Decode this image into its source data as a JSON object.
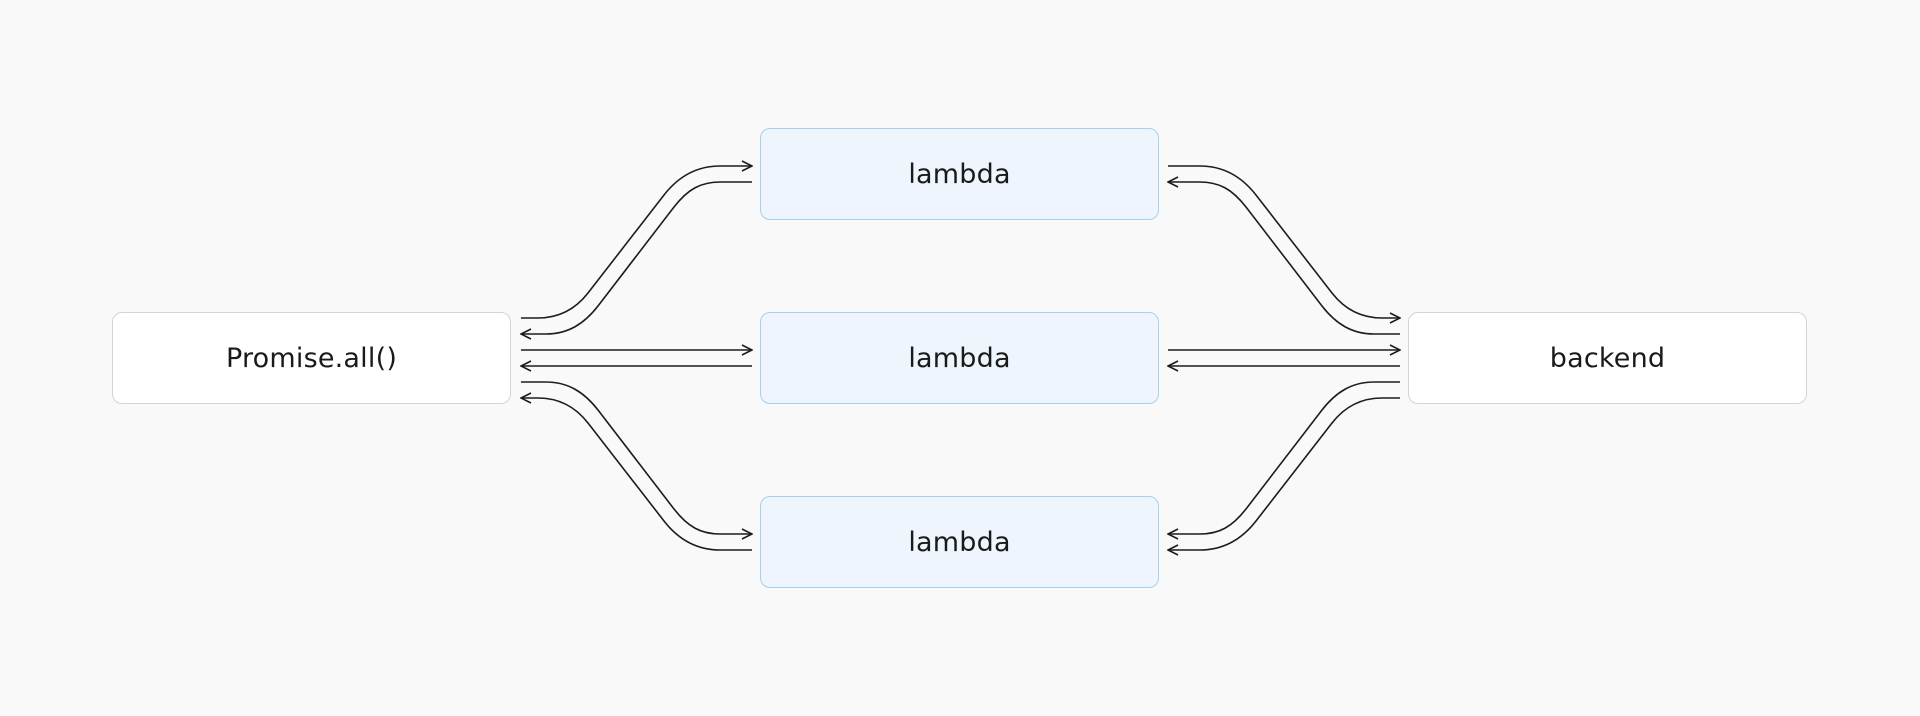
{
  "diagram": {
    "source_node": {
      "label": "Promise.all()"
    },
    "workers": [
      {
        "label": "lambda"
      },
      {
        "label": "lambda"
      },
      {
        "label": "lambda"
      }
    ],
    "target_node": {
      "label": "backend"
    }
  },
  "colors": {
    "background": "#f9f9f9",
    "worker_fill": "#eef5fd",
    "worker_border": "#a6d1ef",
    "node_border": "#d4d4d4",
    "stroke": "#1c1c1c"
  }
}
